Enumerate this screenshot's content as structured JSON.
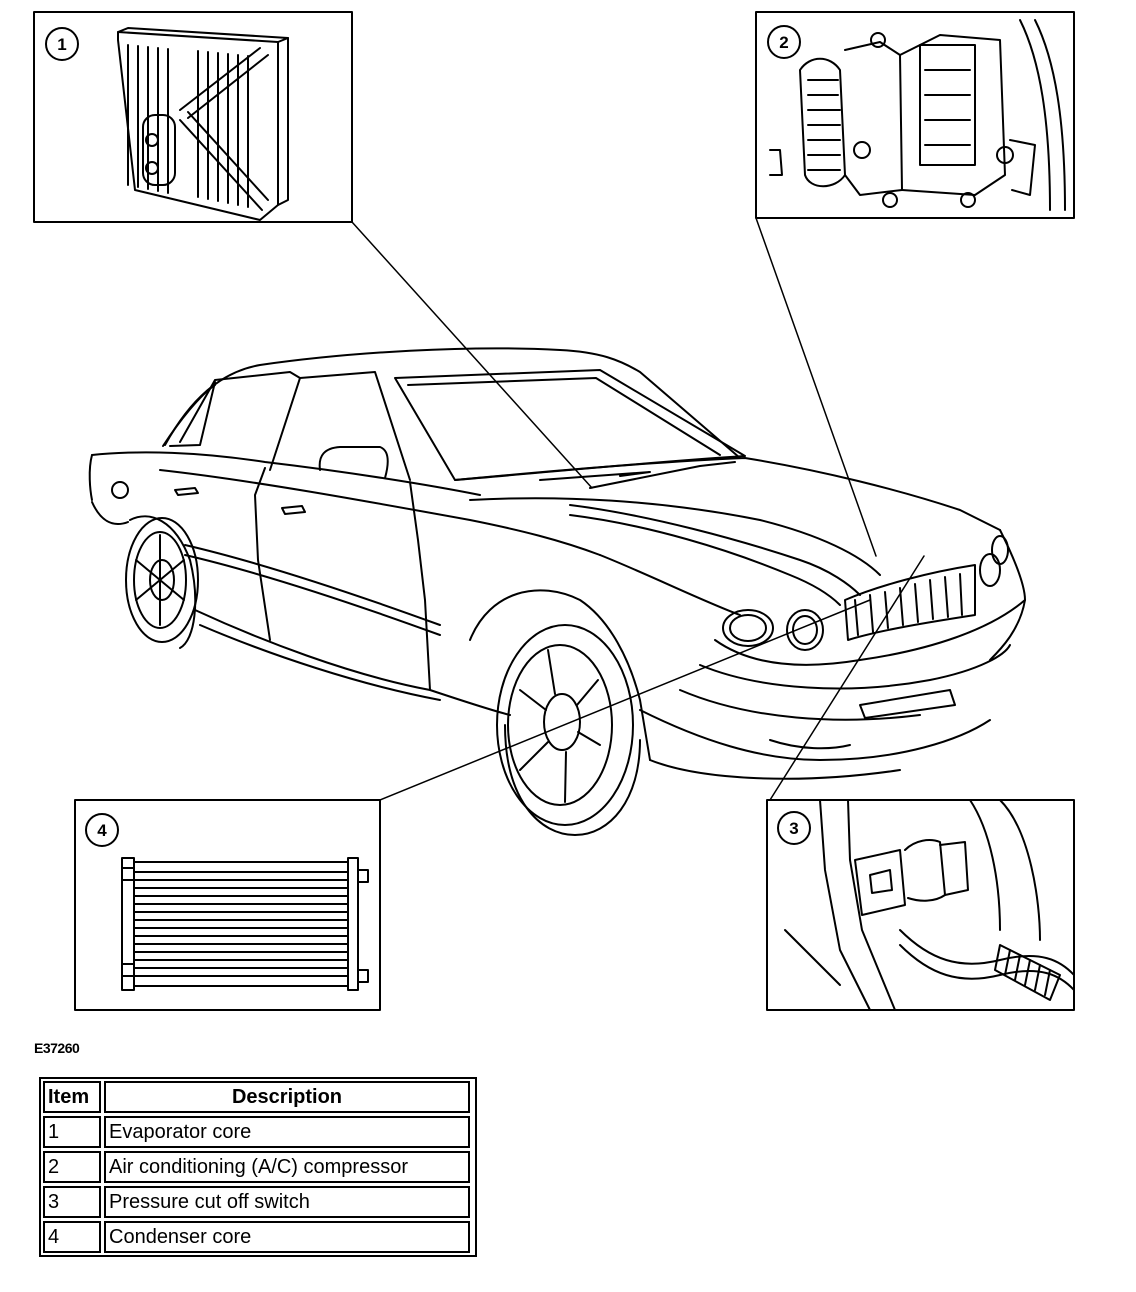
{
  "figure_id": "E37260",
  "callouts": [
    {
      "number": "1",
      "component": "evaporator-core"
    },
    {
      "number": "2",
      "component": "ac-compressor"
    },
    {
      "number": "3",
      "component": "pressure-cut-off-switch"
    },
    {
      "number": "4",
      "component": "condenser-core"
    }
  ],
  "legend": {
    "header_item": "Item",
    "header_description": "Description",
    "rows": [
      {
        "item": "1",
        "description": "Evaporator core"
      },
      {
        "item": "2",
        "description": "Air conditioning (A/C) compressor"
      },
      {
        "item": "3",
        "description": "Pressure cut off switch"
      },
      {
        "item": "4",
        "description": "Condenser core"
      }
    ]
  }
}
